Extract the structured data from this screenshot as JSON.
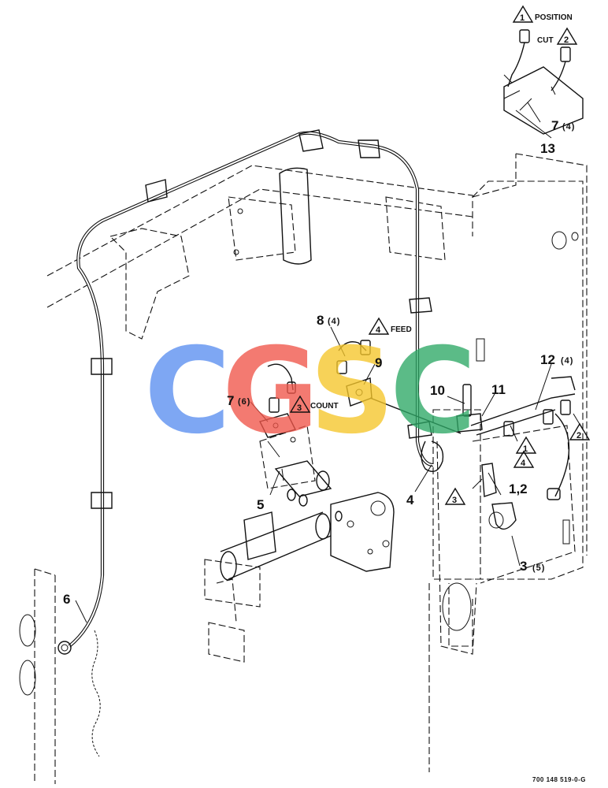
{
  "figure": {
    "figure_number": "700 148 519-0-G"
  },
  "watermark": {
    "letters": [
      "C",
      "G",
      "S",
      "C"
    ],
    "colors": [
      "#5b8ff0",
      "#f0564a",
      "#f5c62a",
      "#2ea866"
    ]
  },
  "callouts": [
    {
      "id": "c1_2",
      "label": "1,2",
      "qty": ""
    },
    {
      "id": "c3",
      "label": "3",
      "qty": "(5)"
    },
    {
      "id": "c4",
      "label": "4",
      "qty": ""
    },
    {
      "id": "c5",
      "label": "5",
      "qty": ""
    },
    {
      "id": "c6",
      "label": "6",
      "qty": ""
    },
    {
      "id": "c7a",
      "label": "7",
      "qty": "(6)"
    },
    {
      "id": "c7b",
      "label": "7",
      "qty": "(4)"
    },
    {
      "id": "c8",
      "label": "8",
      "qty": "(4)"
    },
    {
      "id": "c9",
      "label": "9",
      "qty": ""
    },
    {
      "id": "c10",
      "label": "10",
      "qty": ""
    },
    {
      "id": "c11",
      "label": "11",
      "qty": ""
    },
    {
      "id": "c12",
      "label": "12",
      "qty": "(4)"
    },
    {
      "id": "c13",
      "label": "13",
      "qty": ""
    }
  ],
  "flags": [
    {
      "id": "position",
      "number": "1",
      "text": "POSITION"
    },
    {
      "id": "cut",
      "number": "2",
      "text": "CUT"
    },
    {
      "id": "feed",
      "number": "4",
      "text": "FEED"
    },
    {
      "id": "count",
      "number": "3",
      "text": "COUNT"
    },
    {
      "id": "m1",
      "number": "1",
      "text": ""
    },
    {
      "id": "m2",
      "number": "2",
      "text": ""
    },
    {
      "id": "m3",
      "number": "3",
      "text": ""
    },
    {
      "id": "m4",
      "number": "4",
      "text": ""
    }
  ]
}
